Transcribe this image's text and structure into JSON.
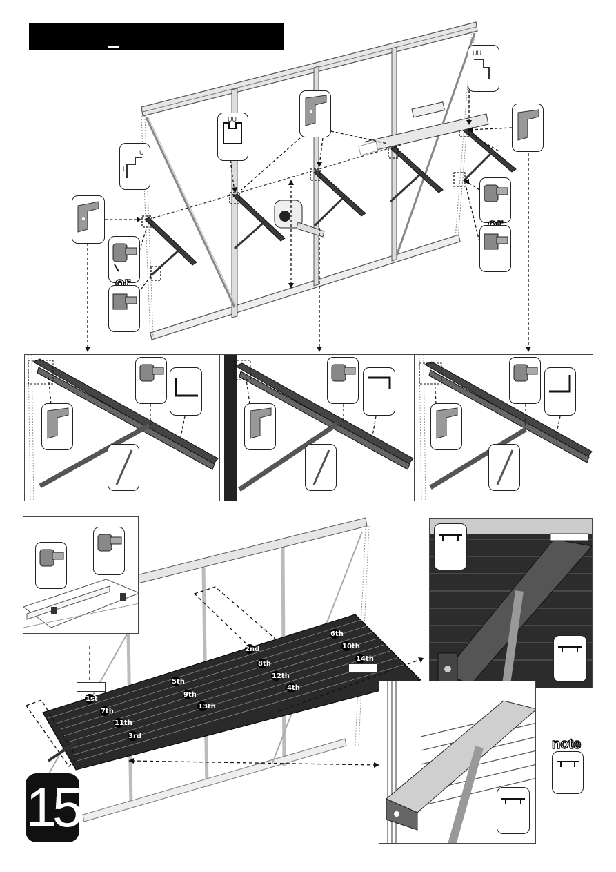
{
  "step": {
    "number": "15"
  },
  "title_bar": {
    "text": ""
  },
  "or_labels": [
    "or",
    "or"
  ],
  "note_label": "note",
  "shelf_slat_order": [
    "1st",
    "2nd",
    "3rd",
    "4th",
    "5th",
    "6th",
    "7th",
    "8th",
    "9th",
    "10th",
    "11th",
    "12th",
    "13th",
    "14th"
  ],
  "colors": {
    "ink": "#111111",
    "slat": "#2a2a2a",
    "frame": "#9a9a9a"
  }
}
